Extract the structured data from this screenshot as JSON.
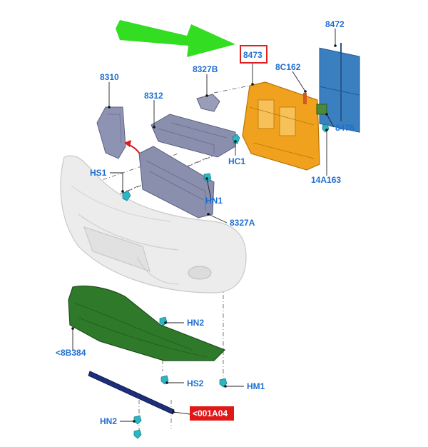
{
  "labels": {
    "p8473": "8473",
    "p8472": "8472",
    "p8C162": "8C162",
    "p8327B": "8327B",
    "p8310": "8310",
    "p8312": "8312",
    "p8476": "8476",
    "pHC1": "HC1",
    "pHS1": "HS1",
    "pHN1": "HN1",
    "p14A163": "14A163",
    "p8327A": "8327A",
    "pHN2a": "HN2",
    "p8B384": "<8B384",
    "pHS2": "HS2",
    "pHM1": "HM1",
    "p001A04": "<001A04",
    "pHN2b": "HN2"
  },
  "colors": {
    "arrow": "#33dd22",
    "highlight_box": "#e02020",
    "label": "#1f6fd1",
    "radiator_support": "#f0a21e",
    "deflector": "#8a8fae",
    "shield": "#2f7a2a",
    "cooler": "#3a7fc0",
    "bumper": "#e8e8e8",
    "bracket": "#1d2f7a",
    "callout_fill": "#e01818"
  }
}
